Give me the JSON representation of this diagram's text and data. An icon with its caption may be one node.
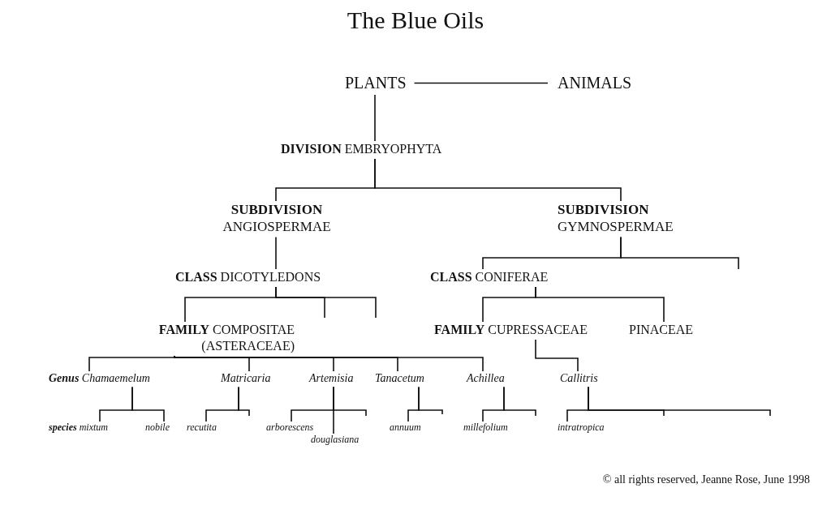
{
  "diagram": {
    "title": "The Blue Oils",
    "caption": "© all rights reserved, Jeanne Rose, June 1998",
    "nodes": [
      {
        "text": [
          "PLANTS"
        ]
      },
      {
        "text": [
          "ANIMALS"
        ]
      },
      {
        "text": [
          "**DIVISION** EMBRYOPHYTA"
        ]
      },
      {
        "text": [
          "SUBDIVISION",
          "ANGIOSPERMAE"
        ]
      },
      {
        "text": [
          "SUBDIVISION",
          "GYMNOSPERMAE"
        ]
      },
      {
        "text": [
          "**CLASS** DICOTYLEDONS"
        ]
      },
      {
        "text": [
          "**CLASS** CONIFERAE"
        ]
      },
      {
        "text": [
          "**FAMILY** COMPOSITAE (ASTERACEAE)"
        ]
      },
      {
        "text": [
          "**FAMILY** CUPRESSACEAE"
        ]
      },
      {
        "text": [
          "PINACEAE"
        ]
      },
      {
        "text": [
          "**Genus** Chamaemelum"
        ]
      },
      {
        "text": [
          "Matricaria"
        ]
      },
      {
        "text": [
          "Artemisia"
        ]
      },
      {
        "text": [
          "Tanacetum"
        ]
      },
      {
        "text": [
          "Achillea"
        ]
      },
      {
        "text": [
          "Callitris"
        ]
      },
      {
        "text": [
          "**species** mixtum"
        ]
      },
      {
        "text": [
          "nobile"
        ]
      },
      {
        "text": [
          "recutita"
        ]
      },
      {
        "text": [
          "arborescens"
        ]
      },
      {
        "text": [
          "douglasiana"
        ]
      },
      {
        "text": [
          "annuum"
        ]
      },
      {
        "text": [
          "millefolium"
        ]
      },
      {
        "text": [
          "intratropica"
        ]
      }
    ],
    "edges": [
      {
        "from": 0,
        "to": 1,
        "arrow": "none"
      },
      {
        "from": 0,
        "to": 2,
        "arrow": "none"
      },
      {
        "from": 2,
        "to": 3,
        "arrow": "none"
      },
      {
        "from": 2,
        "to": 4,
        "arrow": "none"
      },
      {
        "from": 3,
        "to": 5,
        "arrow": "none"
      },
      {
        "from": 4,
        "to": 6,
        "arrow": "none"
      },
      {
        "from": 4,
        "to": null,
        "arrow": "none"
      },
      {
        "from": 5,
        "to": 7,
        "arrow": "none"
      },
      {
        "from": 5,
        "to": null,
        "arrow": "none"
      },
      {
        "from": 5,
        "to": null,
        "arrow": "none"
      },
      {
        "from": 6,
        "to": 8,
        "arrow": "none"
      },
      {
        "from": 6,
        "to": 9,
        "arrow": "none"
      },
      {
        "from": 7,
        "to": 10,
        "arrow": "none"
      },
      {
        "from": 7,
        "to": 11,
        "arrow": "none"
      },
      {
        "from": 7,
        "to": 12,
        "arrow": "none"
      },
      {
        "from": 7,
        "to": 13,
        "arrow": "none"
      },
      {
        "from": 7,
        "to": 14,
        "arrow": "none"
      },
      {
        "from": 8,
        "to": 15,
        "arrow": "none"
      },
      {
        "from": 10,
        "to": 16,
        "arrow": "none"
      },
      {
        "from": 10,
        "to": 17,
        "arrow": "none"
      },
      {
        "from": 11,
        "to": 18,
        "arrow": "none"
      },
      {
        "from": 11,
        "to": null,
        "arrow": "none"
      },
      {
        "from": 12,
        "to": 19,
        "arrow": "none"
      },
      {
        "from": 12,
        "to": 20,
        "arrow": "none"
      },
      {
        "from": 12,
        "to": null,
        "arrow": "none"
      },
      {
        "from": 13,
        "to": 21,
        "arrow": "none"
      },
      {
        "from": 13,
        "to": null,
        "arrow": "none"
      },
      {
        "from": 14,
        "to": 22,
        "arrow": "none"
      },
      {
        "from": 14,
        "to": null,
        "arrow": "none"
      },
      {
        "from": 15,
        "to": 23,
        "arrow": "none"
      },
      {
        "from": 15,
        "to": null,
        "arrow": "none"
      },
      {
        "from": 15,
        "to": null,
        "arrow": "none"
      }
    ]
  }
}
